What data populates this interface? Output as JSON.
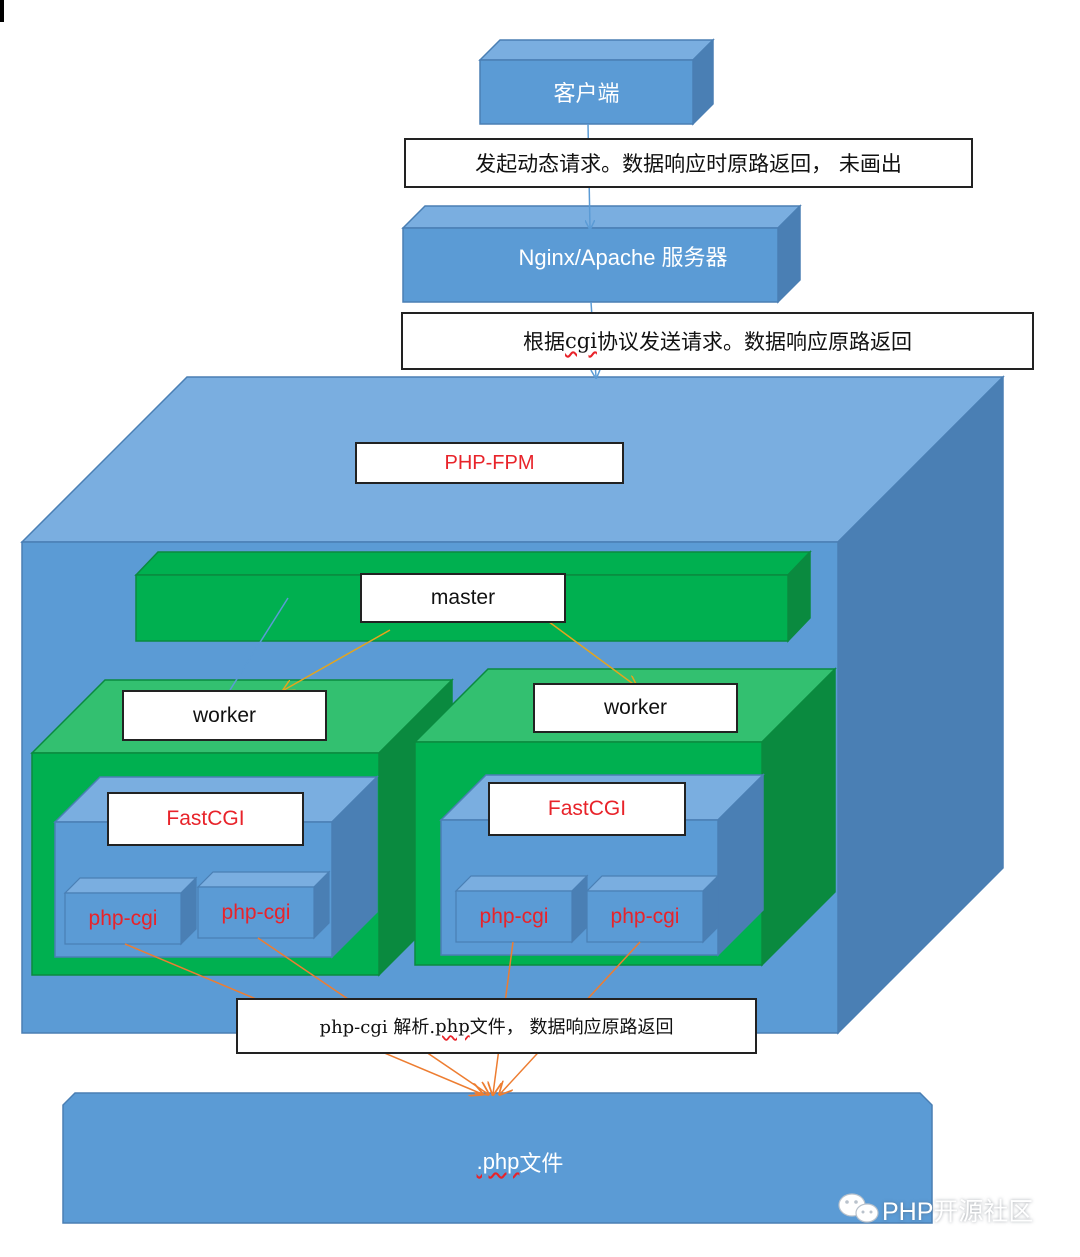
{
  "nodes": {
    "client": "客户端",
    "server": "Nginx/Apache  服务器",
    "php_fpm": "PHP-FPM",
    "master": "master",
    "worker_left": "worker",
    "worker_right": "worker",
    "fastcgi_left": "FastCGI",
    "fastcgi_right": "FastCGI",
    "php_cgi_1": "php-cgi",
    "php_cgi_2": "php-cgi",
    "php_cgi_3": "php-cgi",
    "php_cgi_4": "php-cgi",
    "php_file_prefix": ".php",
    "php_file_suffix": " 文件"
  },
  "annotations": {
    "request_pre": "发起动态请",
    "request_post": "求。数据响应时原路返回，  未画出",
    "cgi_pre": "根据 ",
    "cgi_word": "cgi",
    "cgi_post": " 协议发送请求。数据响应原路返回",
    "parse_pre": "php-cgi 解析.",
    "parse_word": "php",
    "parse_post": " 文件，  数据响应原路返回"
  },
  "watermark": "PHP开源社区",
  "colors": {
    "blue_front": "#5b9bd5",
    "blue_top": "#7aaee0",
    "blue_side": "#4a7fb4",
    "green": "#00b050",
    "green_side": "#0a8a3f",
    "arrow_orange": "#ed7d31",
    "arrow_yellow": "#e5a51c",
    "arrow_blue": "#5b9bd5",
    "text_red": "#e8232a"
  }
}
